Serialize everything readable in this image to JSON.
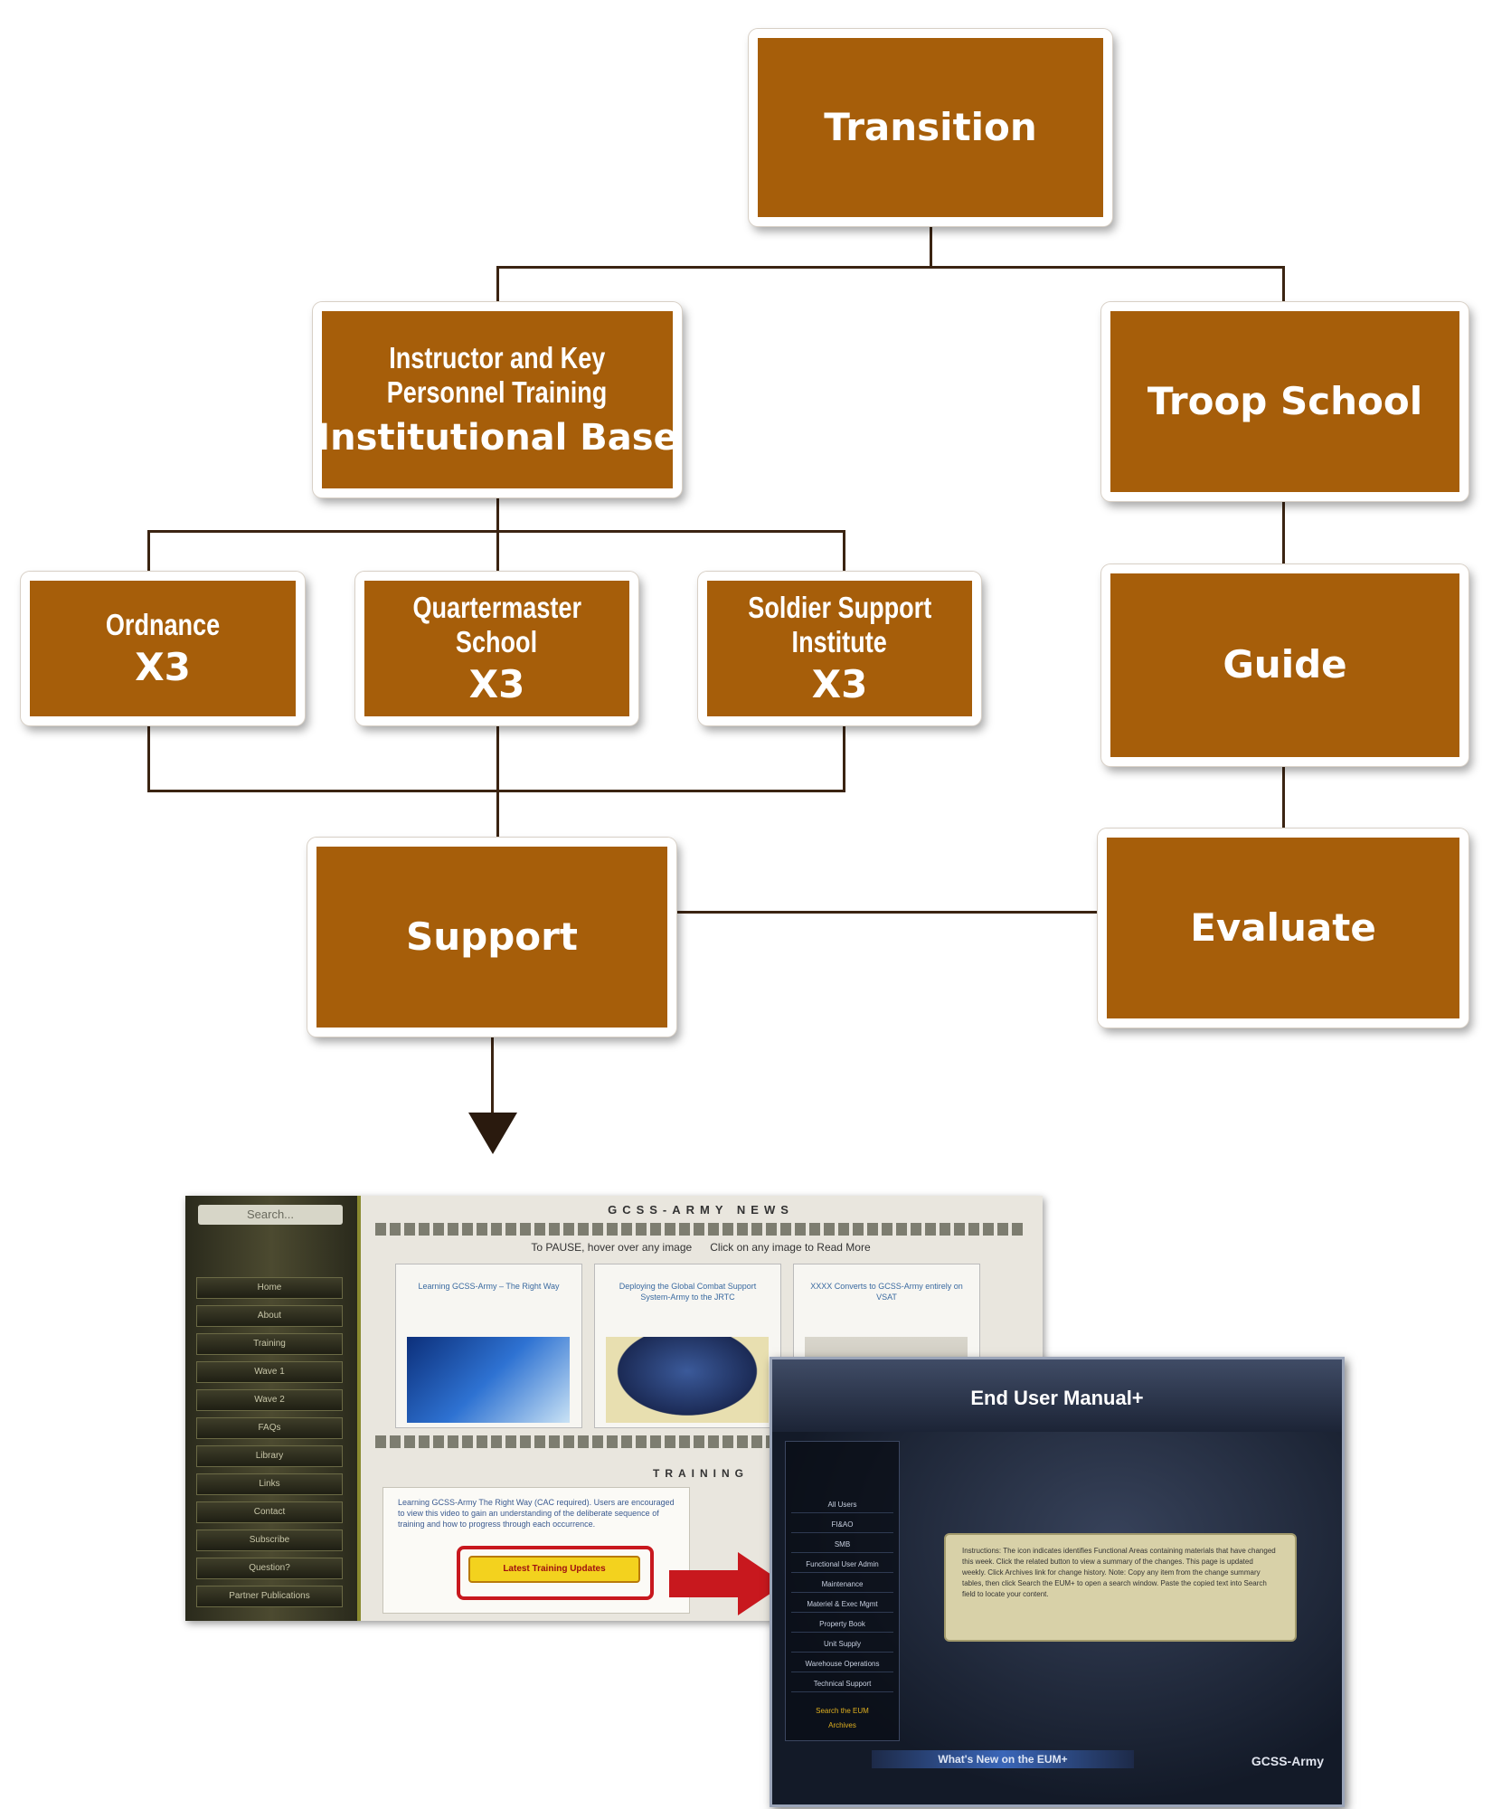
{
  "diagram": {
    "transition": "Transition",
    "institutional": {
      "line1": "Instructor and Key",
      "line2": "Personnel Training",
      "line3": "Institutional Base"
    },
    "troop_school": "Troop School",
    "ordnance": {
      "name": "Ordnance",
      "tag": "X3"
    },
    "quartermaster": {
      "line1": "Quartermaster",
      "line2": "School",
      "tag": "X3"
    },
    "soldier_support": {
      "line1": "Soldier Support",
      "line2": "Institute",
      "tag": "X3"
    },
    "guide": "Guide",
    "support": "Support",
    "evaluate": "Evaluate"
  },
  "colors": {
    "node_fill": "#a65e0a",
    "node_text": "#ffffff",
    "connector": "#3b2412",
    "highlight_red": "#c8181e"
  },
  "news_site": {
    "search_placeholder": "Search...",
    "news_header": "GCSS-ARMY NEWS",
    "pause_hint": "To PAUSE, hover over any image",
    "click_hint": "Click on any image to Read More",
    "nav_items": [
      "Home",
      "About",
      "Training",
      "Wave 1",
      "Wave 2",
      "FAQs",
      "Library",
      "Links",
      "Contact",
      "Subscribe",
      "Question?",
      "Partner Publications"
    ],
    "cards": [
      "Learning GCSS-Army – The Right Way",
      "Deploying the Global Combat Support System-Army to the JRTC",
      "XXXX Converts to GCSS-Army entirely on VSAT"
    ],
    "training_header": "TRAINING",
    "training_text": "Learning GCSS-Army The Right Way (CAC required). Users are encouraged to view this video to gain an understanding of the deliberate sequence of training and how to progress through each occurrence.",
    "training_button": "Latest Training Updates"
  },
  "manual": {
    "title": "End User Manual+",
    "nav_items": [
      "All Users",
      "FI&AO",
      "SMB",
      "Functional User Admin",
      "Maintenance",
      "Materiel & Exec Mgmt",
      "Property Book",
      "Unit Supply",
      "Warehouse Operations",
      "Technical Support"
    ],
    "links": [
      "Search the EUM",
      "Archives"
    ],
    "notice": "Instructions: The icon indicates identifies Functional Areas containing materials that have changed this week. Click the related button to view a summary of the changes. This page is updated weekly. Click Archives link for change history. Note: Copy any item from the change summary tables, then click Search the EUM+ to open a search window. Paste the copied text into Search field to locate your content.",
    "bottom_bar": "What's New on the EUM+",
    "logo": "GCSS-Army"
  }
}
